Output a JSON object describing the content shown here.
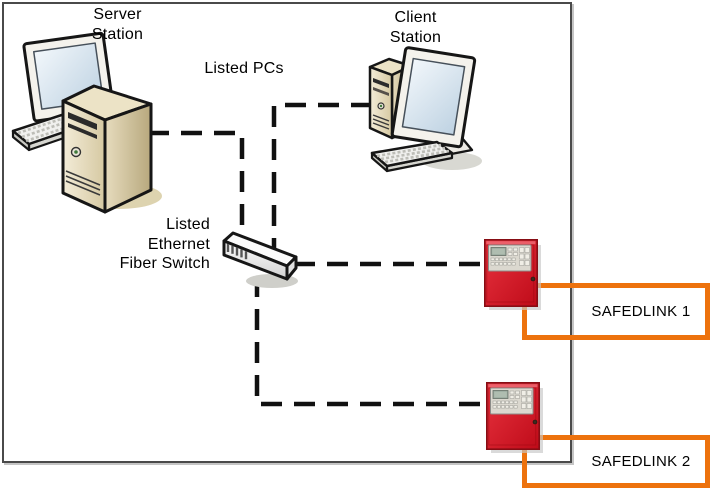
{
  "labels": {
    "server_station": "Server\nStation",
    "client_station": "Client\nStation",
    "listed_pcs": "Listed PCs",
    "fiber_switch": "Listed\nEthernet\nFiber Switch",
    "safedlink_1": "SAFEDLINK 1",
    "safedlink_2": "SAFEDLINK 2"
  },
  "colors": {
    "wire": "#111111",
    "frame_border": "#4a4a4a",
    "safedlink_box_orange": "#ED720D",
    "fire_panel_red": "#D2101E",
    "tower_beige": "#E2D7B4"
  },
  "nodes": [
    {
      "id": "server-station",
      "label": "Server Station",
      "type": "pc"
    },
    {
      "id": "client-station",
      "label": "Client Station",
      "type": "pc"
    },
    {
      "id": "ethernet-fiber-switch",
      "label": "Listed Ethernet Fiber Switch",
      "type": "switch"
    },
    {
      "id": "safedlink-1",
      "label": "SAFEDLINK 1",
      "type": "fire-panel"
    },
    {
      "id": "safedlink-2",
      "label": "SAFEDLINK 2",
      "type": "fire-panel"
    }
  ],
  "connections": [
    {
      "from": "server-station",
      "to": "ethernet-fiber-switch",
      "style": "dashed"
    },
    {
      "from": "client-station",
      "to": "ethernet-fiber-switch",
      "style": "dashed"
    },
    {
      "from": "ethernet-fiber-switch",
      "to": "safedlink-1",
      "style": "dashed"
    },
    {
      "from": "ethernet-fiber-switch",
      "to": "safedlink-2",
      "style": "dashed"
    }
  ]
}
